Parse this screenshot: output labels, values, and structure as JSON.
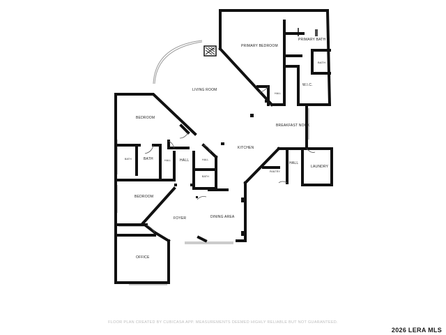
{
  "rooms": {
    "primary_bedroom": "PRIMARY BEDROOM",
    "primary_bath": "PRIMARY BATH",
    "bath_primary_small": "BATH",
    "wic": "W.I.C.",
    "hall_primary": "HALL",
    "living_room": "LIVING ROOM",
    "breakfast_nook": "BREAKFAST NOOK",
    "kitchen": "KITCHEN",
    "bedroom_1": "BEDROOM",
    "bath_a": "BATH",
    "bath_b": "BATH",
    "hall_a": "HALL",
    "hall_b": "HALL",
    "hall_c": "HALL",
    "bath_c": "BATH",
    "pantry": "PANTRY",
    "hall_d": "HALL",
    "laundry": "LAUNDRY",
    "bedroom_2": "BEDROOM",
    "foyer": "FOYER",
    "dining_area": "DINING AREA",
    "office": "OFFICE"
  },
  "disclaimer": "FLOOR PLAN CREATED BY CUBICASA APP. MEASUREMENTS DEEMED HIGHLY RELIABLE BUT NOT GUARANTEED.",
  "watermark": "2026 LERA MLS"
}
